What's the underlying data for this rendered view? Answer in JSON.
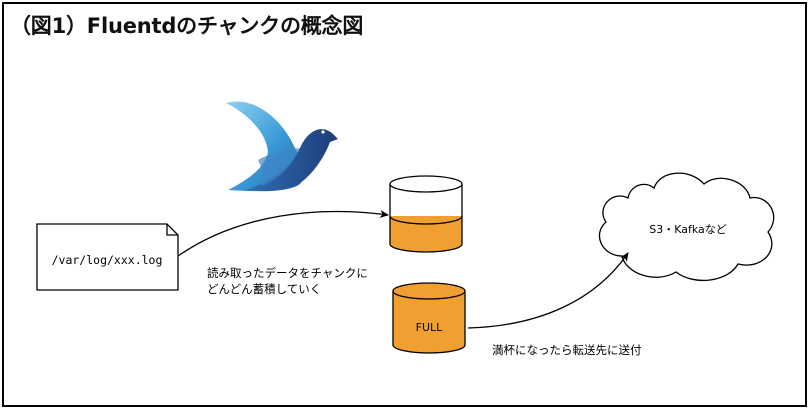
{
  "title": "（図1）Fluentdのチャンクの概念図",
  "log_file": {
    "label": "/var/log/xxx.log"
  },
  "chunk_buffer": {
    "label": ""
  },
  "full_chunk": {
    "label": "FULL"
  },
  "destination": {
    "label": "S3・Kafkaなど"
  },
  "notes": {
    "accumulate_line1": "読み取ったデータをチャンクに",
    "accumulate_line2": "どんどん蓄積していく",
    "transfer": "満杯になったら転送先に送付"
  },
  "colors": {
    "chunk_fill": "#f0a030",
    "bird_light": "#5fb2e0",
    "bird_mid": "#2d82c2",
    "bird_dark": "#24407f",
    "border": "#000000"
  },
  "icons": {
    "logo": "fluentd-bird-icon"
  }
}
